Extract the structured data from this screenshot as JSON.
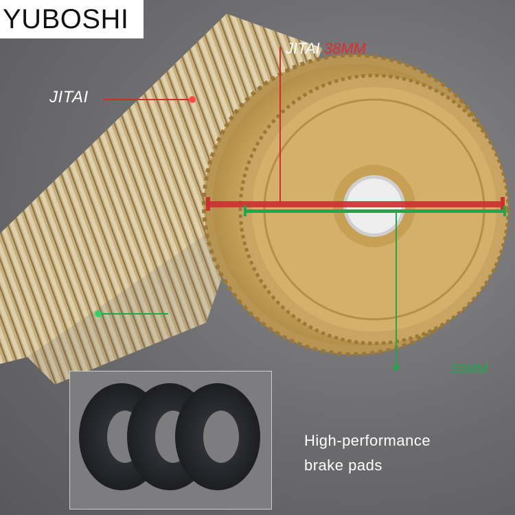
{
  "brand": "YUBOSHI",
  "labels": {
    "jitai_left": "JITAI",
    "jitai_top": "JITAI",
    "dimension_red": "38MM",
    "dimension_green": "33MM"
  },
  "inset": {
    "line1": "High-performance",
    "line2": "brake pads"
  },
  "colors": {
    "red_marker": "#d42a2a",
    "green_marker": "#1fa84a",
    "gear_gold": "#d7b36a"
  }
}
